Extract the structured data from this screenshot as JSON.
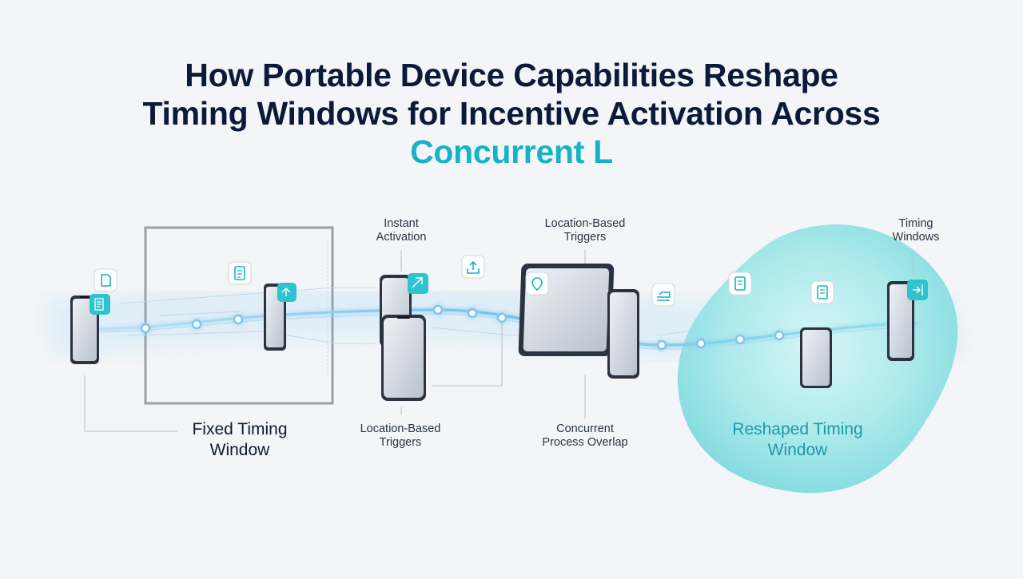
{
  "title": {
    "line1": "How Portable Device Capabilities Reshape",
    "line2": "Timing Windows for Incentive Activation Across",
    "line3": "Concurrent L"
  },
  "labels": {
    "instant_activation_1": "Instant",
    "instant_activation_2": "Activation",
    "location_top_1": "Location-Based",
    "location_top_2": "Triggers",
    "timing_windows_1": "Timing",
    "timing_windows_2": "Windows",
    "fixed_window_1": "Fixed Timing",
    "fixed_window_2": "Window",
    "location_bottom_1": "Location-Based",
    "location_bottom_2": "Triggers",
    "concurrent_1": "Concurrent",
    "concurrent_2": "Process Overlap",
    "reshaped_1": "Reshaped Timing",
    "reshaped_2": "Window"
  },
  "colors": {
    "title": "#0c1a3a",
    "accent": "#16b3c6",
    "blob": "#6fd8de",
    "flow": "#7cc4f0"
  },
  "icons": [
    "document-icon",
    "share-icon",
    "swap-icon",
    "location-icon",
    "clipboard-icon",
    "enter-icon"
  ]
}
